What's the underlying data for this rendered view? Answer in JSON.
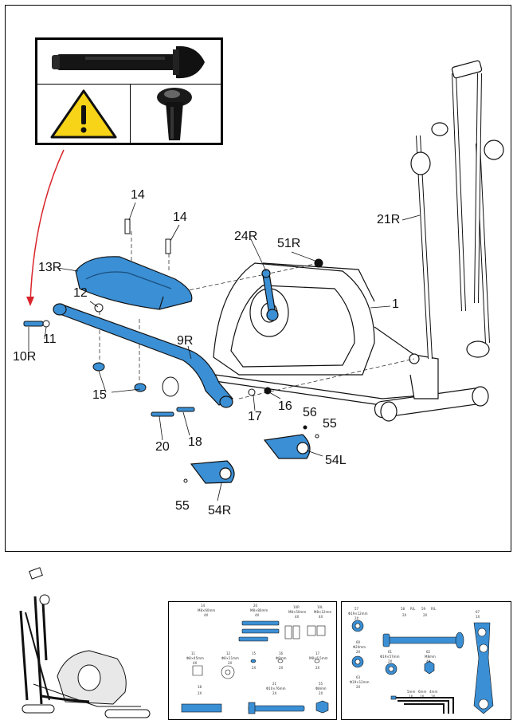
{
  "colors": {
    "accent": "#3b8fd4",
    "warning_yellow": "#f7d417",
    "arrow_red": "#d9262b",
    "line": "#111111"
  },
  "warning_panel": {
    "icon": "warning-triangle-icon",
    "images": [
      "bolt-side-view",
      "bolt-head-closeup"
    ]
  },
  "part_labels": {
    "p14a": "14",
    "p14b": "14",
    "p13r": "13R",
    "p24r": "24R",
    "p51r": "51R",
    "p21r": "21R",
    "p12": "12",
    "p1": "1",
    "p10r": "10R",
    "p11": "11",
    "p9r": "9R",
    "p15": "15",
    "p17": "17",
    "p16": "16",
    "p56": "56",
    "p55a": "55",
    "p20": "20",
    "p18": "18",
    "p54l": "54L",
    "p55b": "55",
    "p54r": "54R"
  },
  "hardware_kit_1": [
    {
      "num": "14",
      "spec": "M8×60mm",
      "qty": "4X"
    },
    {
      "num": "20",
      "spec": "M8×80mm",
      "qty": "4X"
    },
    {
      "num": "10R",
      "spec": "M8×50mm",
      "qty": "4X"
    },
    {
      "num": "10L",
      "spec": "M8×12mm",
      "qty": "4X"
    },
    {
      "num": "11",
      "spec": "Φ8×45mm",
      "qty": "4X"
    },
    {
      "num": "12",
      "spec": "Φ8×11mm",
      "qty": "2X"
    },
    {
      "num": "15",
      "spec": "",
      "qty": "2X"
    },
    {
      "num": "16",
      "spec": "Φ8mm",
      "qty": "2X"
    },
    {
      "num": "17",
      "spec": "M8×6.5mm",
      "qty": "2X"
    },
    {
      "num": "18",
      "spec": "",
      "qty": "2X"
    },
    {
      "num": "21",
      "spec": "Φ10×76mm",
      "qty": "2X"
    },
    {
      "num": "55",
      "spec": "Φ8mm",
      "qty": "2X"
    }
  ],
  "hardware_kit_2": [
    {
      "num": "57",
      "spec": "Φ19×12mm",
      "qty": "2X"
    },
    {
      "num": "58",
      "spec": "R/L",
      "qty": "2X"
    },
    {
      "num": "59",
      "spec": "R/L",
      "qty": "2X"
    },
    {
      "num": "60",
      "spec": "Φ20mm",
      "qty": "2X"
    },
    {
      "num": "61",
      "spec": "Φ19×57mm",
      "qty": "2X"
    },
    {
      "num": "62",
      "spec": "M8mm",
      "qty": "4X"
    },
    {
      "num": "63",
      "spec": "Φ19×12mm",
      "qty": "2X"
    },
    {
      "num": "64",
      "spec": "5mm",
      "qty": "1X"
    },
    {
      "num": "65",
      "spec": "6mm",
      "qty": "1X"
    },
    {
      "num": "66",
      "spec": "4mm",
      "qty": "1X"
    },
    {
      "num": "67",
      "spec": "",
      "qty": "1X"
    }
  ]
}
